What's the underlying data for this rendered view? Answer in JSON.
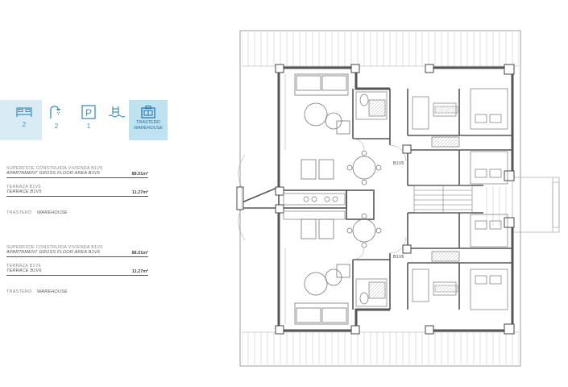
{
  "amenities": [
    {
      "icon": "bed-icon",
      "count": "2"
    },
    {
      "icon": "shower-icon",
      "count": "2"
    },
    {
      "icon": "parking-icon",
      "count": "1",
      "glyph": "P"
    },
    {
      "icon": "pool-icon",
      "count": ""
    },
    {
      "icon": "storage-icon",
      "label_es": "TRASTERO",
      "label_en": "WAREHOUSE"
    }
  ],
  "units": [
    {
      "area_es": "SUPERFICIE CONSTRUIDA VIVIENDA B1V5",
      "area_en": "APARTAMENT GROSS FLOOR AREA B1V5",
      "area_val": "88.01m²",
      "terrace_es": "TERRAZA B1V5",
      "terrace_en": "TERRACE B1V5",
      "terrace_val": "11.27m²",
      "store_es": "TRASTERO",
      "store_en": "WAREHOUSE"
    },
    {
      "area_es": "SUPERFICIE CONSTRUIDA VIVIENDA B1V6",
      "area_en": "APARTAMENT GROSS FLOOR AREA B1V6",
      "area_val": "88.01m²",
      "terrace_es": "TERRAZA B1V6",
      "terrace_en": "TERRACE B1V6",
      "terrace_val": "11.27m²",
      "store_es": "TRASTERO",
      "store_en": "WAREHOUSE"
    }
  ],
  "plan": {
    "unit_top": "B1V5",
    "unit_bottom": "B1V6"
  },
  "colors": {
    "accent": "#3a8fc0",
    "band": "#d9ecf6",
    "wall": "#555555"
  }
}
